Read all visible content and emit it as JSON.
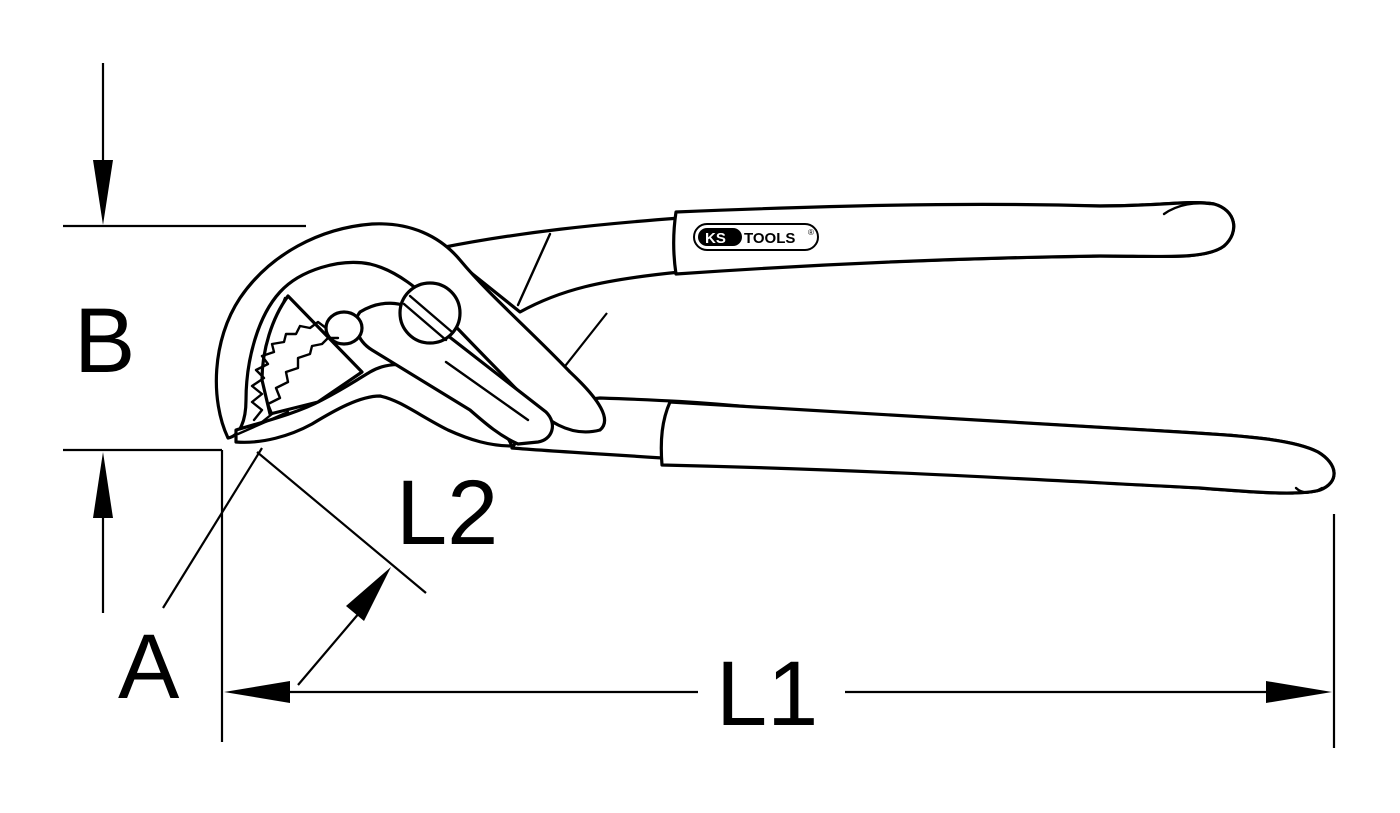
{
  "labels": {
    "B": "B",
    "A": "A",
    "L1": "L1",
    "L2": "L2"
  },
  "logo": {
    "brand_left": "KS",
    "brand_right": "TOOLS",
    "mark": "®",
    "colors": {
      "badge": "#000000",
      "text_on_badge": "#ffffff"
    }
  },
  "colors": {
    "stroke": "#000000",
    "background": "#ffffff"
  }
}
